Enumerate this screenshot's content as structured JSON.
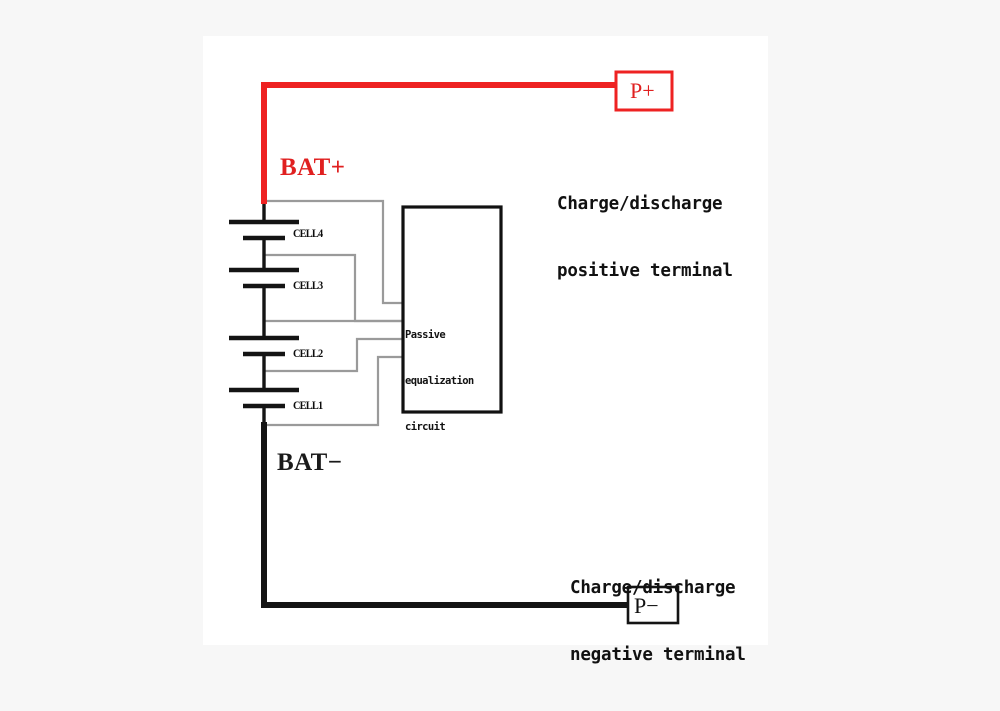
{
  "figure": {
    "type": "schematic-diagram",
    "subject": "Battery pack with passive equalization circuit",
    "background_color": "#f7f7f7",
    "panel_color": "#ffffff"
  },
  "colors": {
    "positive_wire": "#ee2222",
    "negative_wire": "#141414",
    "sense_wire": "#9a9a9a",
    "box_border": "#111111",
    "text_dark": "#111111"
  },
  "labels": {
    "bat_positive": "BAT+",
    "bat_negative": "BAT−",
    "terminal_positive_desc_line1": "Charge/discharge",
    "terminal_positive_desc_line2": "positive terminal",
    "terminal_negative_desc_line1": "Charge/discharge",
    "terminal_negative_desc_line2": "negative terminal"
  },
  "terminals": [
    {
      "id": "p-plus",
      "label": "P+",
      "color": "#e02020",
      "position": "top-right"
    },
    {
      "id": "p-minus",
      "label": "P−",
      "color": "#111111",
      "position": "bottom-right"
    }
  ],
  "cells": [
    {
      "id": "cell4",
      "label": "CELL4"
    },
    {
      "id": "cell3",
      "label": "CELL3"
    },
    {
      "id": "cell2",
      "label": "CELL2"
    },
    {
      "id": "cell1",
      "label": "CELL1"
    }
  ],
  "circuit_block": {
    "title_line1": "Passive",
    "title_line2": "equalization",
    "title_line3": "circuit",
    "sense_wire_count": 5
  }
}
